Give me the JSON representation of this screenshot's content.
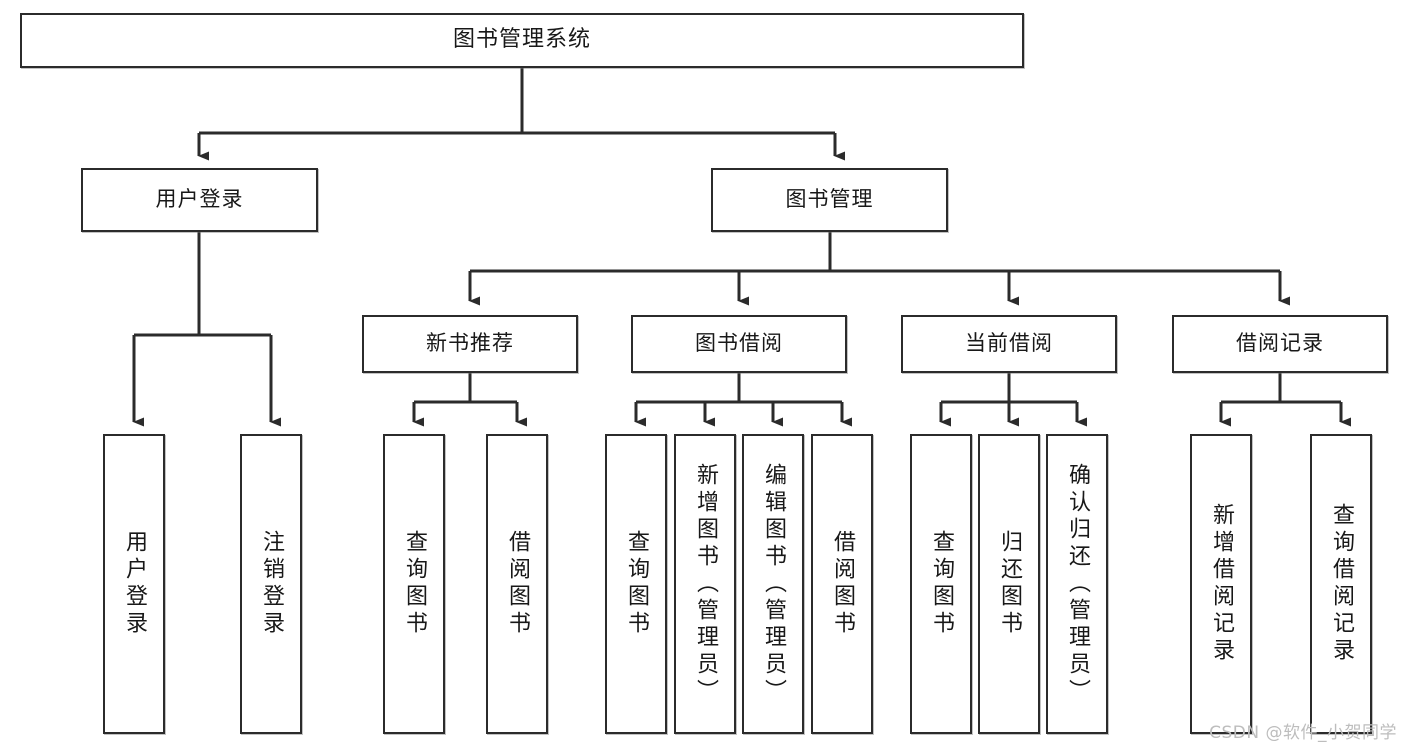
{
  "diagram": {
    "title": "图书管理系统",
    "type": "tree",
    "orientation": "top-down",
    "colors": {
      "box_border": "#2b2b2b",
      "box_fill": "#ffffff",
      "connector": "#2b2b2b",
      "text": "#181818",
      "watermark": "#bdbdbd"
    }
  },
  "nodes": {
    "root": {
      "label": "图书管理系统",
      "level": 1
    },
    "level2": [
      {
        "id": "user-login",
        "label": "用户登录",
        "level": 2
      },
      {
        "id": "book-manage",
        "label": "图书管理",
        "level": 2
      }
    ],
    "level3": [
      {
        "id": "new-book-recommend",
        "label": "新书推荐",
        "level": 3,
        "parent": "book-manage"
      },
      {
        "id": "book-borrow",
        "label": "图书借阅",
        "level": 3,
        "parent": "book-manage"
      },
      {
        "id": "current-borrow",
        "label": "当前借阅",
        "level": 3,
        "parent": "book-manage"
      },
      {
        "id": "borrow-record",
        "label": "借阅记录",
        "level": 3,
        "parent": "book-manage"
      }
    ],
    "leaves": [
      {
        "id": "leaf-user-login",
        "label": "用户登录",
        "parent": "user-login"
      },
      {
        "id": "leaf-user-logout",
        "label": "注销登录",
        "parent": "user-login"
      },
      {
        "id": "leaf-query-book-1",
        "label": "查询图书",
        "parent": "new-book-recommend"
      },
      {
        "id": "leaf-borrow-book-1",
        "label": "借阅图书",
        "parent": "new-book-recommend"
      },
      {
        "id": "leaf-query-book-2",
        "label": "查询图书",
        "parent": "book-borrow"
      },
      {
        "id": "leaf-add-book",
        "label": "新增图书（管理员）",
        "parent": "book-borrow"
      },
      {
        "id": "leaf-edit-book",
        "label": "编辑图书（管理员）",
        "parent": "book-borrow"
      },
      {
        "id": "leaf-borrow-book-2",
        "label": "借阅图书",
        "parent": "book-borrow"
      },
      {
        "id": "leaf-query-book-3",
        "label": "查询图书",
        "parent": "current-borrow"
      },
      {
        "id": "leaf-return-book",
        "label": "归还图书",
        "parent": "current-borrow"
      },
      {
        "id": "leaf-confirm-return",
        "label": "确认归还（管理员）",
        "parent": "current-borrow"
      },
      {
        "id": "leaf-add-record",
        "label": "新增借阅记录",
        "parent": "borrow-record"
      },
      {
        "id": "leaf-query-record",
        "label": "查询借阅记录",
        "parent": "borrow-record"
      }
    ]
  },
  "watermark": {
    "text": "CSDN @软件_小贺同学"
  }
}
